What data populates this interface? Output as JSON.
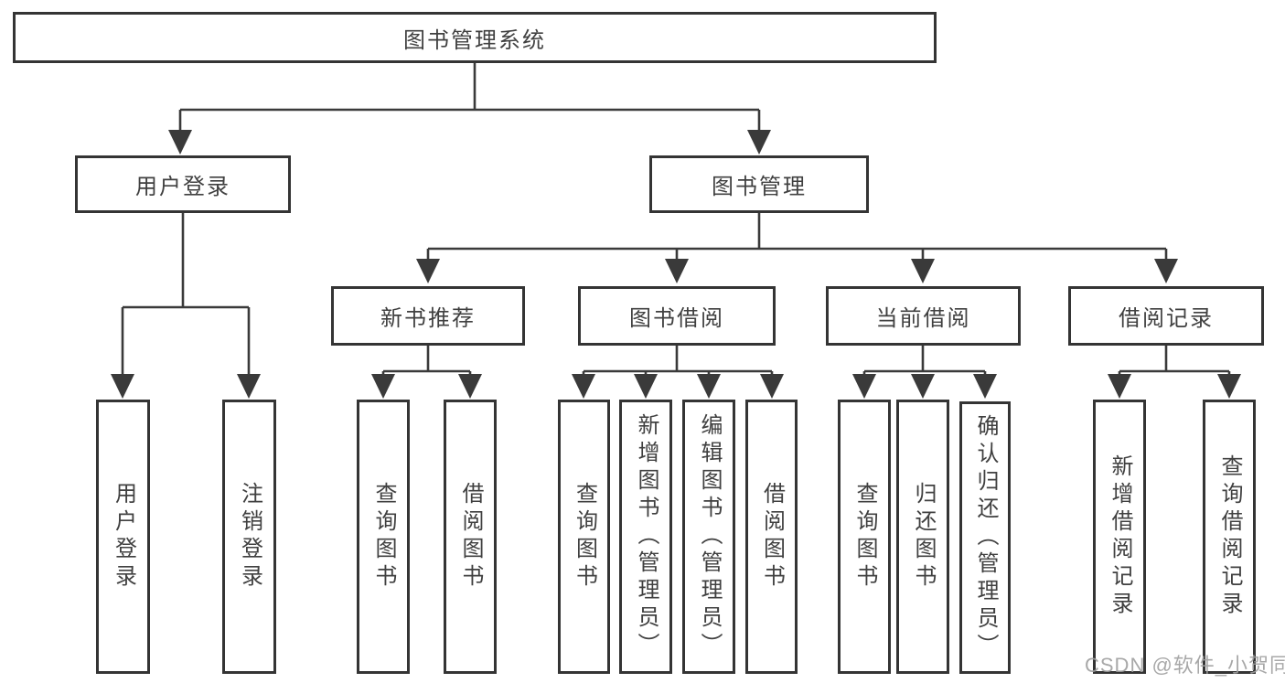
{
  "diagram": {
    "type": "tree",
    "title": "图书管理系统",
    "watermark": "CSDN @软件_小贺同学",
    "colors": {
      "line": "#3a3a3a",
      "border": "#343434",
      "text": "#404040",
      "watermark": "#9e9e9e",
      "background": "#ffffff"
    },
    "root": {
      "label": "图书管理系统"
    },
    "branches": [
      {
        "label": "用户登录",
        "children": [
          {
            "label": "用户登录"
          },
          {
            "label": "注销登录"
          }
        ]
      },
      {
        "label": "图书管理",
        "children": [
          {
            "label": "新书推荐",
            "children": [
              {
                "label": "查询图书"
              },
              {
                "label": "借阅图书"
              }
            ]
          },
          {
            "label": "图书借阅",
            "children": [
              {
                "label": "查询图书"
              },
              {
                "label": "新增图书（管理员）"
              },
              {
                "label": "编辑图书（管理员）"
              },
              {
                "label": "借阅图书"
              }
            ]
          },
          {
            "label": "当前借阅",
            "children": [
              {
                "label": "查询图书"
              },
              {
                "label": "归还图书"
              },
              {
                "label": "确认归还（管理员）"
              }
            ]
          },
          {
            "label": "借阅记录",
            "children": [
              {
                "label": "新增借阅记录"
              },
              {
                "label": "查询借阅记录"
              }
            ]
          }
        ]
      }
    ]
  }
}
